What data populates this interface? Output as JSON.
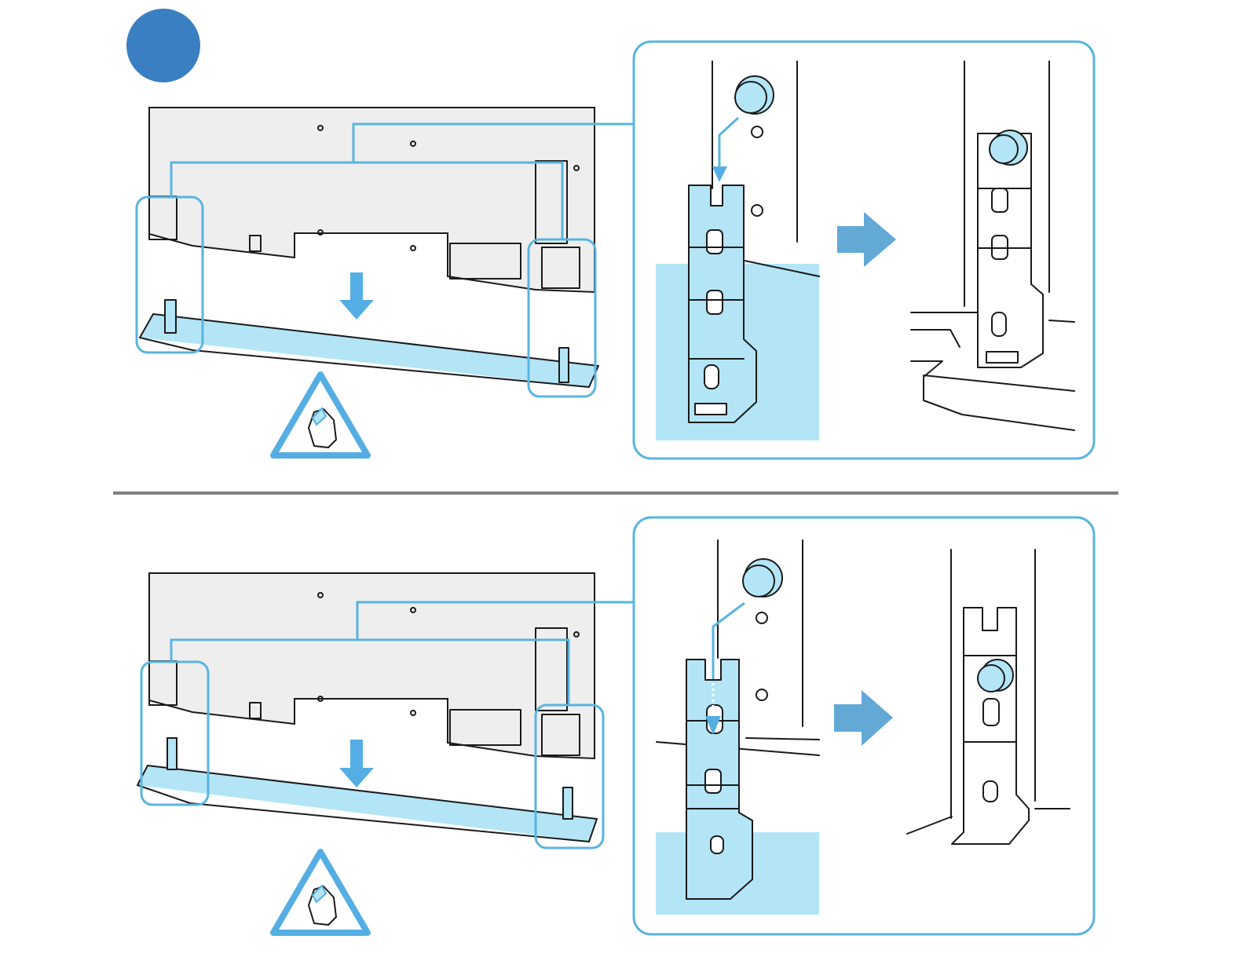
{
  "step": {
    "badge_color": "#3a7fc1",
    "badge_label": ""
  },
  "colors": {
    "callout": "#5ab4e0",
    "highlight": "#b3e5f7",
    "arrow": "#55aee3",
    "divider": "#808080"
  },
  "panels": [
    {
      "id": "top",
      "stand_variant": "short-post",
      "detail_before": "post-above-slot",
      "detail_after": "post-seated-top",
      "warning_icon": "pinch-hazard-icon"
    },
    {
      "id": "bottom",
      "stand_variant": "tall-post",
      "detail_before": "post-sliding-into-slot",
      "detail_after": "post-seated-middle",
      "warning_icon": "pinch-hazard-icon"
    }
  ]
}
